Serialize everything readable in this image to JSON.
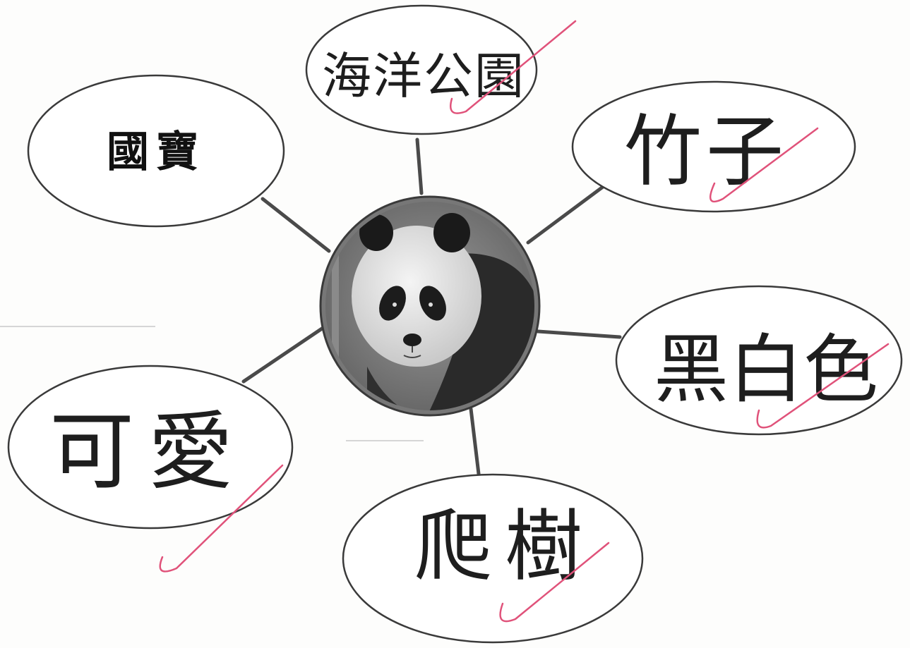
{
  "worksheet": {
    "bubbles": [
      {
        "id": "national-treasure",
        "text": "國寶",
        "kind": "printed"
      },
      {
        "id": "ocean-park",
        "text": "海洋公園",
        "kind": "handwritten"
      },
      {
        "id": "bamboo",
        "text": "竹子",
        "kind": "handwritten"
      },
      {
        "id": "black-white",
        "text": "黑白色",
        "kind": "handwritten"
      },
      {
        "id": "climb-tree",
        "text": "爬樹",
        "kind": "handwritten"
      },
      {
        "id": "cute",
        "text": "可愛",
        "kind": "handwritten"
      }
    ],
    "center_picture": "giant-panda-photo",
    "grading_mark": "red-check-mark",
    "colors": {
      "ink": "#1e1e1e",
      "outline": "#3a3a3a",
      "tick": "#e0527a"
    }
  }
}
